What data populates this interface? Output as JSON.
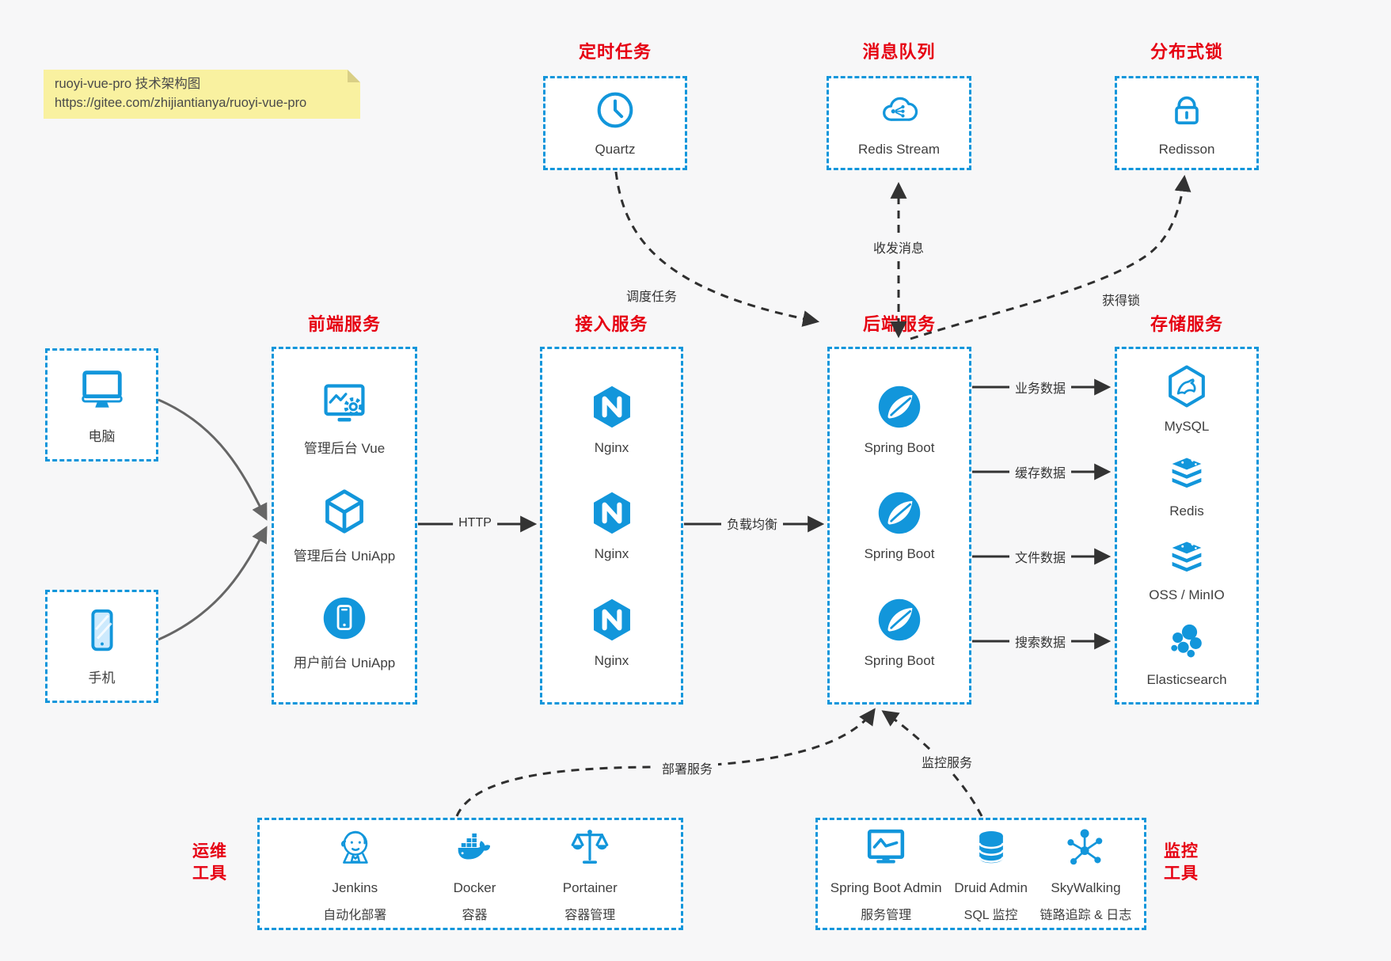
{
  "note": {
    "line1": "ruoyi-vue-pro 技术架构图",
    "line2": "https://gitee.com/zhijiantianya/ruoyi-vue-pro"
  },
  "colors": {
    "accent_blue": "#1296db",
    "title_red": "#e60012",
    "note_yellow": "#f9f1a0",
    "background": "#f7f7f8",
    "arrow_dark": "#333333",
    "arrow_gray": "#666666"
  },
  "top_groups": [
    {
      "title": "定时任务",
      "item": {
        "label": "Quartz",
        "icon": "clock-icon"
      }
    },
    {
      "title": "消息队列",
      "item": {
        "label": "Redis Stream",
        "icon": "cloud-mq-icon"
      }
    },
    {
      "title": "分布式锁",
      "item": {
        "label": "Redisson",
        "icon": "lock-icon"
      }
    }
  ],
  "clients": [
    {
      "label": "电脑",
      "icon": "desktop-icon"
    },
    {
      "label": "手机",
      "icon": "mobile-icon"
    }
  ],
  "service_columns": [
    {
      "title": "前端服务",
      "items": [
        {
          "label": "管理后台 Vue",
          "icon": "admin-vue-icon"
        },
        {
          "label": "管理后台 UniApp",
          "icon": "uniapp-cube-icon"
        },
        {
          "label": "用户前台 UniApp",
          "icon": "user-uniapp-icon"
        }
      ]
    },
    {
      "title": "接入服务",
      "items": [
        {
          "label": "Nginx",
          "icon": "nginx-icon"
        },
        {
          "label": "Nginx",
          "icon": "nginx-icon"
        },
        {
          "label": "Nginx",
          "icon": "nginx-icon"
        }
      ]
    },
    {
      "title": "后端服务",
      "items": [
        {
          "label": "Spring Boot",
          "icon": "spring-icon"
        },
        {
          "label": "Spring Boot",
          "icon": "spring-icon"
        },
        {
          "label": "Spring Boot",
          "icon": "spring-icon"
        }
      ]
    },
    {
      "title": "存储服务",
      "items": [
        {
          "label": "MySQL",
          "icon": "mysql-icon"
        },
        {
          "label": "Redis",
          "icon": "redis-icon"
        },
        {
          "label": "OSS / MinIO",
          "icon": "oss-minio-icon"
        },
        {
          "label": "Elasticsearch",
          "icon": "elasticsearch-icon"
        }
      ]
    }
  ],
  "bottom_groups": [
    {
      "side_label": [
        "运维",
        "工具"
      ],
      "items": [
        {
          "name": "Jenkins",
          "desc": "自动化部署",
          "icon": "jenkins-icon"
        },
        {
          "name": "Docker",
          "desc": "容器",
          "icon": "docker-icon"
        },
        {
          "name": "Portainer",
          "desc": "容器管理",
          "icon": "portainer-icon"
        }
      ]
    },
    {
      "side_label": [
        "监控",
        "工具"
      ],
      "items": [
        {
          "name": "Spring Boot Admin",
          "desc": "服务管理",
          "icon": "spring-boot-admin-icon"
        },
        {
          "name": "Druid Admin",
          "desc": "SQL 监控",
          "icon": "druid-icon"
        },
        {
          "name": "SkyWalking",
          "desc": "链路追踪 & 日志",
          "icon": "skywalking-icon"
        }
      ]
    }
  ],
  "edges": {
    "http": {
      "label": "HTTP"
    },
    "load_balance": {
      "label": "负载均衡"
    },
    "biz_data": {
      "label": "业务数据"
    },
    "cache_data": {
      "label": "缓存数据"
    },
    "file_data": {
      "label": "文件数据"
    },
    "search_data": {
      "label": "搜索数据"
    },
    "schedule": {
      "label": "调度任务"
    },
    "message": {
      "label": "收发消息"
    },
    "get_lock": {
      "label": "获得锁"
    },
    "deploy": {
      "label": "部署服务"
    },
    "monitor": {
      "label": "监控服务"
    }
  }
}
